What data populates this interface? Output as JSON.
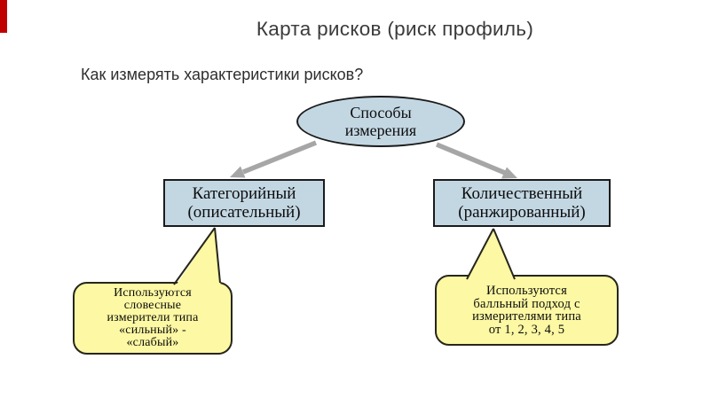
{
  "palette": {
    "accent_red": "#c00000",
    "shape_fill": "#c3d7e3",
    "shape_border": "#1b1b1b",
    "callout_fill": "#fcf8a3",
    "arrow_gray": "#a6a6a6"
  },
  "header": {
    "title": "Карта рисков (риск профиль)",
    "question": "Как измерять характеристики рисков?"
  },
  "diagram": {
    "root": {
      "lines": [
        "Способы",
        "измерения"
      ]
    },
    "branches": [
      {
        "id": "categorical",
        "lines": [
          "Категорийный",
          "(описательный)"
        ]
      },
      {
        "id": "quantitative",
        "lines": [
          "Количественный",
          "(ранжированный)"
        ]
      }
    ],
    "callouts": [
      {
        "id": "categorical-note",
        "lines": [
          "Используются",
          "словесные",
          "измерители типа",
          "«сильный» -",
          "«слабый»"
        ]
      },
      {
        "id": "quantitative-note",
        "lines": [
          "Используются",
          "балльный подход с",
          "измерителями типа",
          "от 1, 2, 3, 4, 5"
        ]
      }
    ]
  }
}
